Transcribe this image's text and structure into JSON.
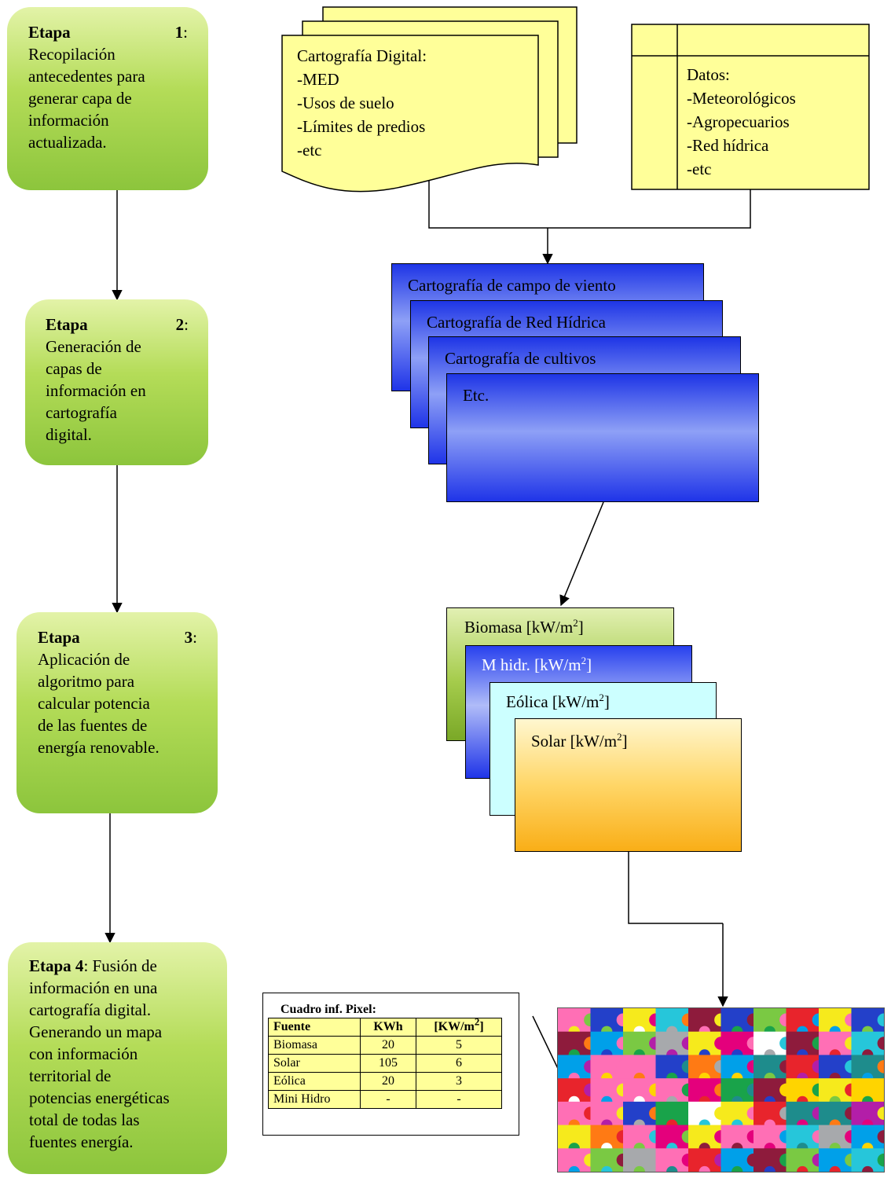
{
  "stages": [
    {
      "label": "Etapa",
      "number": "1",
      "colon": ":",
      "text": [
        "Recopilación",
        "antecedentes para",
        "generar capa de",
        "información",
        "actualizada."
      ]
    },
    {
      "label": "Etapa",
      "number": "2",
      "colon": ":",
      "text": [
        "Generación de",
        "capas de",
        "información en",
        "cartografía",
        "digital."
      ]
    },
    {
      "label": "Etapa",
      "number": "3",
      "colon": ":",
      "text": [
        "Aplicación de",
        "algoritmo para",
        "calcular potencia",
        "de las fuentes de",
        "energía renovable."
      ]
    },
    {
      "label": "Etapa 4",
      "colon": ": Fusión de",
      "text": [
        "información en una",
        "cartografía digital.",
        "Generando un mapa",
        "con información",
        "territorial de",
        "potencias energéticas",
        "total de todas las",
        "fuentes energía."
      ]
    }
  ],
  "inputs": {
    "cartografia": [
      "Cartografía Digital:",
      "-MED",
      "-Usos de suelo",
      "-Límites de predios",
      "-etc"
    ],
    "datos": [
      "Datos:",
      "-Meteorológicos",
      "-Agropecuarios",
      "-Red hídrica",
      "-etc"
    ]
  },
  "layers": [
    "Cartografía de campo de viento",
    "Cartografía de Red Hídrica",
    "Cartografía de cultivos",
    "Etc."
  ],
  "results": [
    {
      "name": "Biomasa [kW/m",
      "sup": "2",
      "close": "]"
    },
    {
      "name": "M hidr. [kW/m",
      "sup": "2",
      "close": "]"
    },
    {
      "name": "Eólica [kW/m",
      "sup": "2",
      "close": "]"
    },
    {
      "name": "Solar [kW/m",
      "sup": "2",
      "close": "]"
    }
  ],
  "pixel_table": {
    "title": "Cuadro inf. Pixel:",
    "headers": [
      "Fuente",
      "KWh",
      "[KW/m",
      "2",
      "]"
    ],
    "rows": [
      [
        "Biomasa",
        "20",
        "5"
      ],
      [
        "Solar",
        "105",
        "6"
      ],
      [
        "Eólica",
        "20",
        "3"
      ],
      [
        "Mini Hidro",
        "-",
        "-"
      ]
    ]
  },
  "colors": {
    "stage_green": "#8cc53c",
    "note_yellow": "#ffff99",
    "layer_blue": "#1f34e8",
    "eolica_cyan": "#ccffff",
    "solar_orange": "#f9ae17"
  }
}
